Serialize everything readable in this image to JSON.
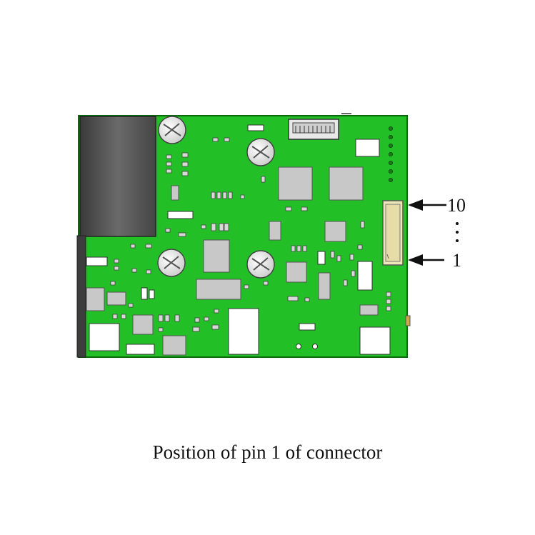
{
  "figure": {
    "pin_top_label": "10",
    "pin_bottom_label": "1",
    "caption": "Position of pin 1 of connector"
  },
  "colors": {
    "pcb": "#22c026",
    "chip": "#c8c8c8",
    "connector": "#f0e7b8",
    "housing": "#555555"
  }
}
